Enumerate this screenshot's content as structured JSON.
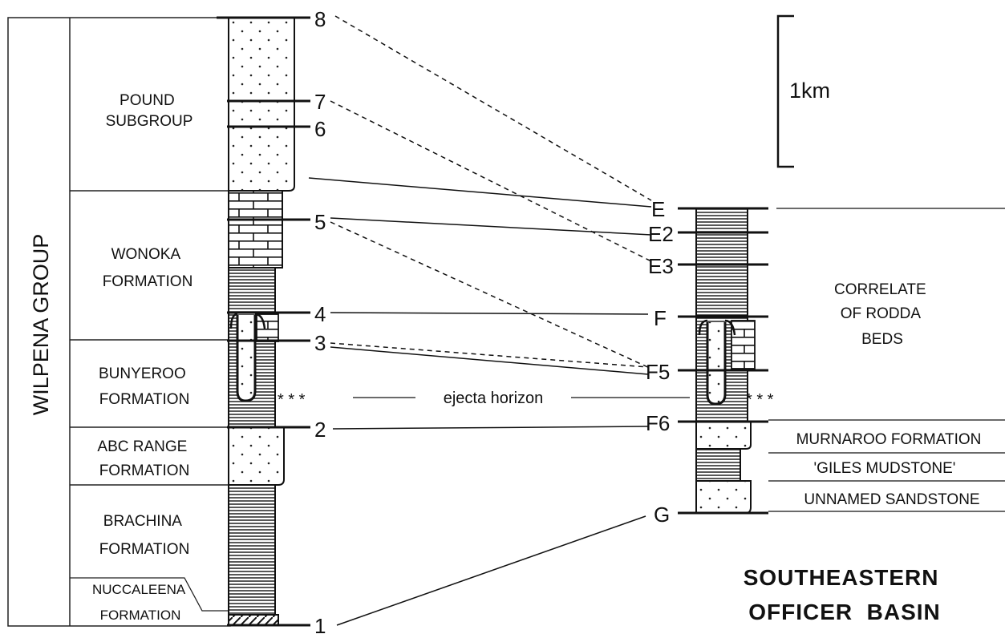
{
  "group_label": "WILPENA GROUP",
  "formations": [
    {
      "id": "pound",
      "lines": [
        "POUND",
        "SUBGROUP"
      ]
    },
    {
      "id": "wonoka",
      "lines": [
        "WONOKA",
        "FORMATION"
      ]
    },
    {
      "id": "bunyeroo",
      "lines": [
        "BUNYEROO",
        "FORMATION"
      ]
    },
    {
      "id": "abc",
      "lines": [
        "ABC RANGE",
        "FORMATION"
      ]
    },
    {
      "id": "brachina",
      "lines": [
        "BRACHINA",
        "FORMATION"
      ]
    },
    {
      "id": "nuccaleena",
      "lines": [
        "NUCCALEENA",
        "FORMATION"
      ]
    }
  ],
  "left_markers": [
    "8",
    "7",
    "6",
    "5",
    "4",
    "3",
    "2",
    "1"
  ],
  "right_markers": [
    "E",
    "E2",
    "E3",
    "F",
    "F5",
    "F6",
    "G"
  ],
  "scale_label": "1km",
  "ejecta_label": "ejecta horizon",
  "ejecta_stars": "* * *",
  "right_units": {
    "rodda": [
      "CORRELATE",
      "OF RODDA",
      "BEDS"
    ],
    "murnaroo": "MURNAROO FORMATION",
    "giles": "'GILES MUDSTONE'",
    "unnamed": "UNNAMED SANDSTONE"
  },
  "basin_label": [
    "SOUTHEASTERN",
    "OFFICER  BASIN"
  ]
}
